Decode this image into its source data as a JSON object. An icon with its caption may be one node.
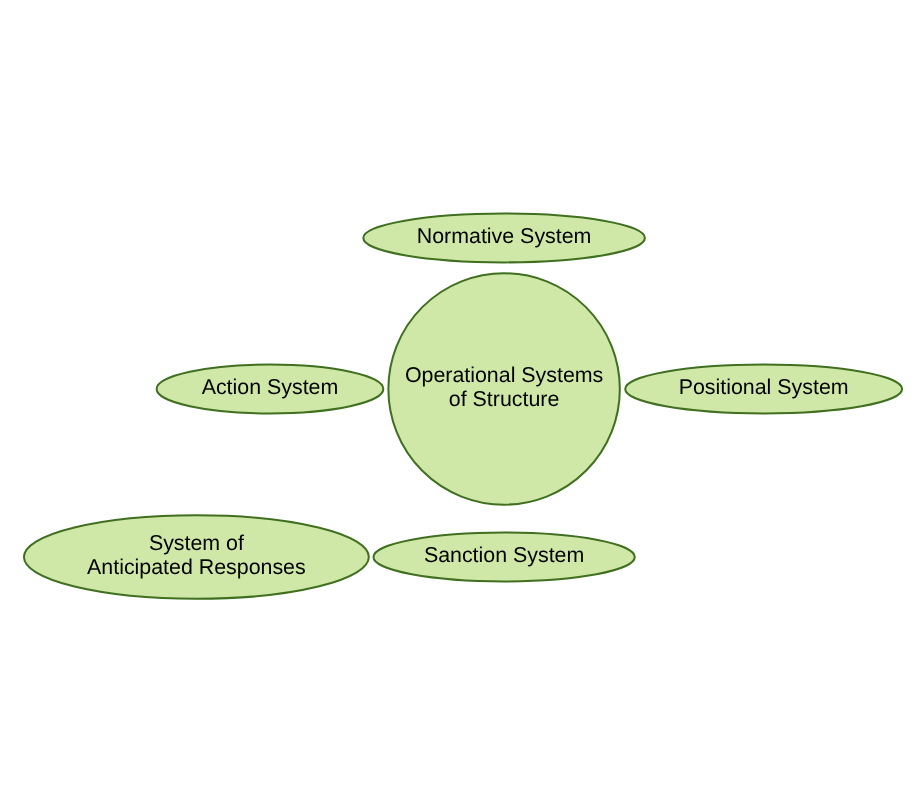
{
  "diagram": {
    "nodes": [
      {
        "text": [
          "Normative System"
        ]
      },
      {
        "text": [
          "Action System"
        ]
      },
      {
        "text": [
          "Operational Systems of Structure"
        ]
      },
      {
        "text": [
          "Positional System"
        ]
      },
      {
        "text": [
          "System of Anticipated Responses"
        ]
      },
      {
        "text": [
          "Sanction System"
        ]
      }
    ]
  }
}
